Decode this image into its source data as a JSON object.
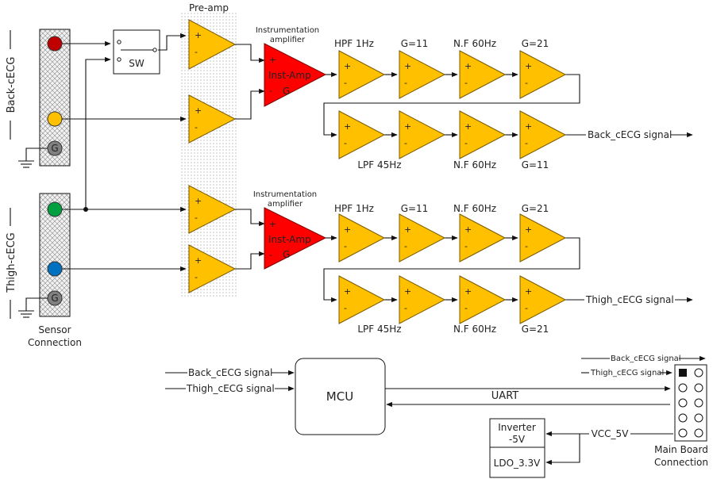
{
  "labels": {
    "preamp": "Pre-amp",
    "inst_amplifier": [
      "Instrumentation",
      "amplifier"
    ],
    "inst_amp_gain": [
      "Inst-Amp",
      "G"
    ],
    "sw": "SW",
    "back_group": "Back-cECG",
    "thigh_group": "Thigh-cECG",
    "sensor_connection": [
      "Sensor",
      "Connection"
    ],
    "ground": "G",
    "plus": "+",
    "minus": "-"
  },
  "chains": {
    "back": {
      "top_stages": [
        "HPF 1Hz",
        "G=11",
        "N.F 60Hz",
        "G=21"
      ],
      "bottom_stages": [
        "LPF 45Hz",
        "",
        "N.F 60Hz",
        "G=11"
      ],
      "output": "Back_cECG signal"
    },
    "thigh": {
      "top_stages": [
        "HPF 1Hz",
        "G=11",
        "N.F 60Hz",
        "G=21"
      ],
      "bottom_stages": [
        "LPF 45Hz",
        "",
        "N.F 60Hz",
        "G=21"
      ],
      "output": "Thigh_cECG signal"
    }
  },
  "mcu_block": {
    "mcu": "MCU",
    "input_back": "Back_cECG signal",
    "input_thigh": "Thigh_cECG signal",
    "uart": "UART",
    "inverter": [
      "Inverter",
      "-5V"
    ],
    "ldo": "LDO_3.3V",
    "vcc": "VCC_5V",
    "main_board_back": "Back_cECG signal",
    "main_board_thigh": "Thigh_cECG signal",
    "main_board": [
      "Main Board",
      "Connection"
    ]
  },
  "colors": {
    "amp_fill": "#FFC000",
    "inst_amp_fill": "#FF0000",
    "electrode_red": "#C00000",
    "electrode_yellow": "#FFC000",
    "electrode_green": "#00A040",
    "electrode_blue": "#0070C0",
    "electrode_ground": "#808080"
  }
}
